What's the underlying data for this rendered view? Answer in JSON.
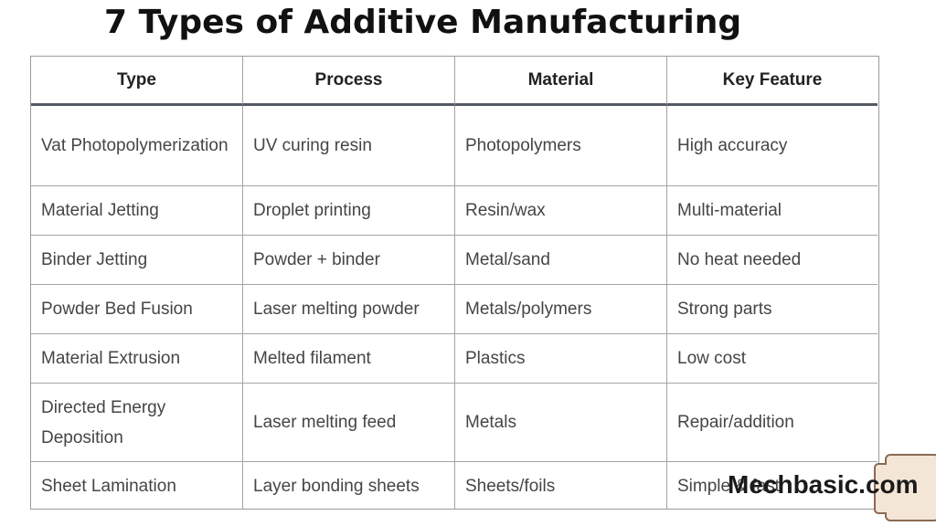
{
  "title": "7 Types of Additive Manufacturing",
  "table": {
    "headers": [
      "Type",
      "Process",
      "Material",
      "Key Feature"
    ],
    "rows": [
      [
        "Vat Photopolymerization",
        "UV curing resin",
        "Photopolymers",
        "High accuracy"
      ],
      [
        "Material Jetting",
        "Droplet printing",
        "Resin/wax",
        "Multi-material"
      ],
      [
        "Binder Jetting",
        "Powder + binder",
        "Metal/sand",
        "No heat needed"
      ],
      [
        "Powder Bed Fusion",
        "Laser melting powder",
        "Metals/polymers",
        "Strong parts"
      ],
      [
        "Material Extrusion",
        "Melted filament",
        "Plastics",
        "Low cost"
      ],
      [
        "Directed Energy Deposition",
        "Laser melting feed",
        "Metals",
        "Repair/addition"
      ],
      [
        "Sheet Lamination",
        "Layer bonding sheets",
        "Sheets/foils",
        "Simple & fast"
      ]
    ]
  },
  "watermark": "Mechbasic.com"
}
